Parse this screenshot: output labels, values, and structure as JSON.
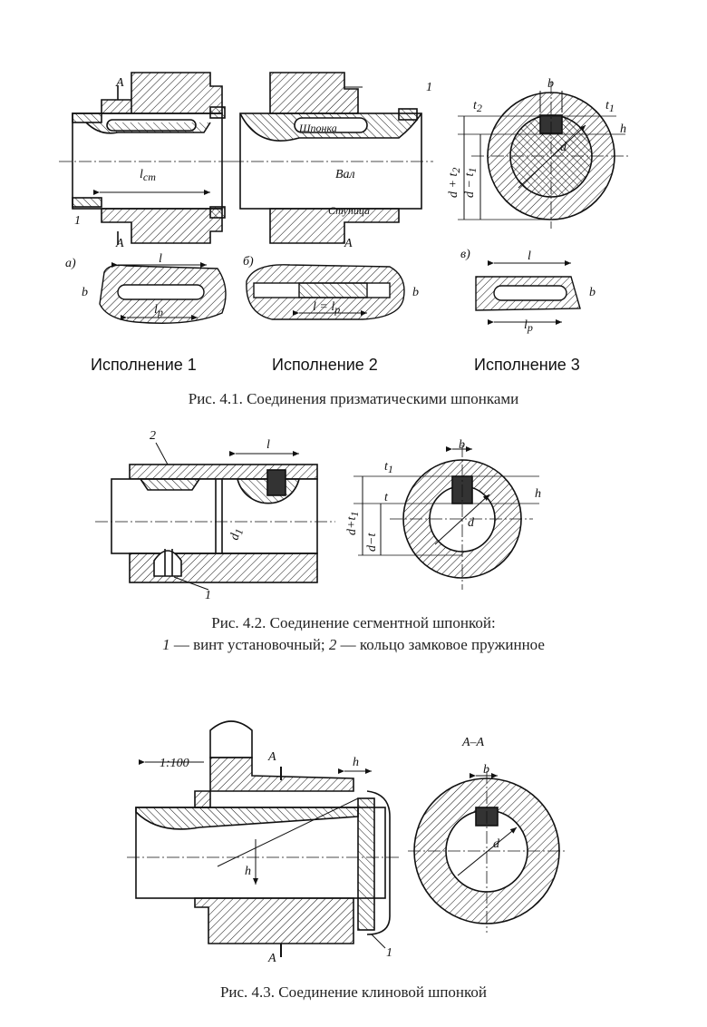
{
  "figure1": {
    "labels": {
      "section_mark": "A",
      "callout_1": "1",
      "shponka": "Шпонка",
      "val": "Вал",
      "stupica": "Ступица",
      "l_ct": "l",
      "l_ct_sub": "ст",
      "b": "b",
      "t2": "t",
      "t2_sub": "2",
      "t1": "t",
      "t1_sub": "1",
      "h": "h",
      "d": "d",
      "d_plus_t2": "d + t",
      "d_plus_t2_sub": "2",
      "d_minus_t1": "d − t",
      "d_minus_t1_sub": "1",
      "sub_a": "а)",
      "sub_b": "б)",
      "sub_v": "в)",
      "l": "l",
      "l_p": "l",
      "l_p_sub": "р",
      "l_eq_lp": "l = l",
      "l_eq_lp_sub": "р"
    },
    "variants": [
      "Исполнение 1",
      "Исполнение 2",
      "Исполнение 3"
    ],
    "caption": "Рис.  4.1. Соединения призматическими шпонками"
  },
  "figure2": {
    "labels": {
      "callout_2": "2",
      "callout_1": "1",
      "l": "l",
      "d1": "d",
      "d1_sub": "1",
      "b": "b",
      "t1": "t",
      "t1_sub": "1",
      "t": "t",
      "h": "h",
      "d": "d",
      "d_plus_t1": "d+t",
      "d_plus_t1_sub": "1",
      "d_minus_t": "d−t"
    },
    "caption_line1": "Рис. 4.2. Соединение сегментной шпонкой:",
    "caption_line2_n1": "1",
    "caption_line2_t1": " — винт установочный; ",
    "caption_line2_n2": "2",
    "caption_line2_t2": " — кольцо замковое пружинное"
  },
  "figure3": {
    "labels": {
      "taper": "1:100",
      "section_mark": "A",
      "h": "h",
      "callout_1": "1",
      "section_title": "A–A",
      "b": "b",
      "d": "d"
    },
    "caption": "Рис. 4.3.  Соединение клиновой шпонкой"
  },
  "colors": {
    "ink": "#111111",
    "background": "#ffffff",
    "caption": "#222222"
  }
}
